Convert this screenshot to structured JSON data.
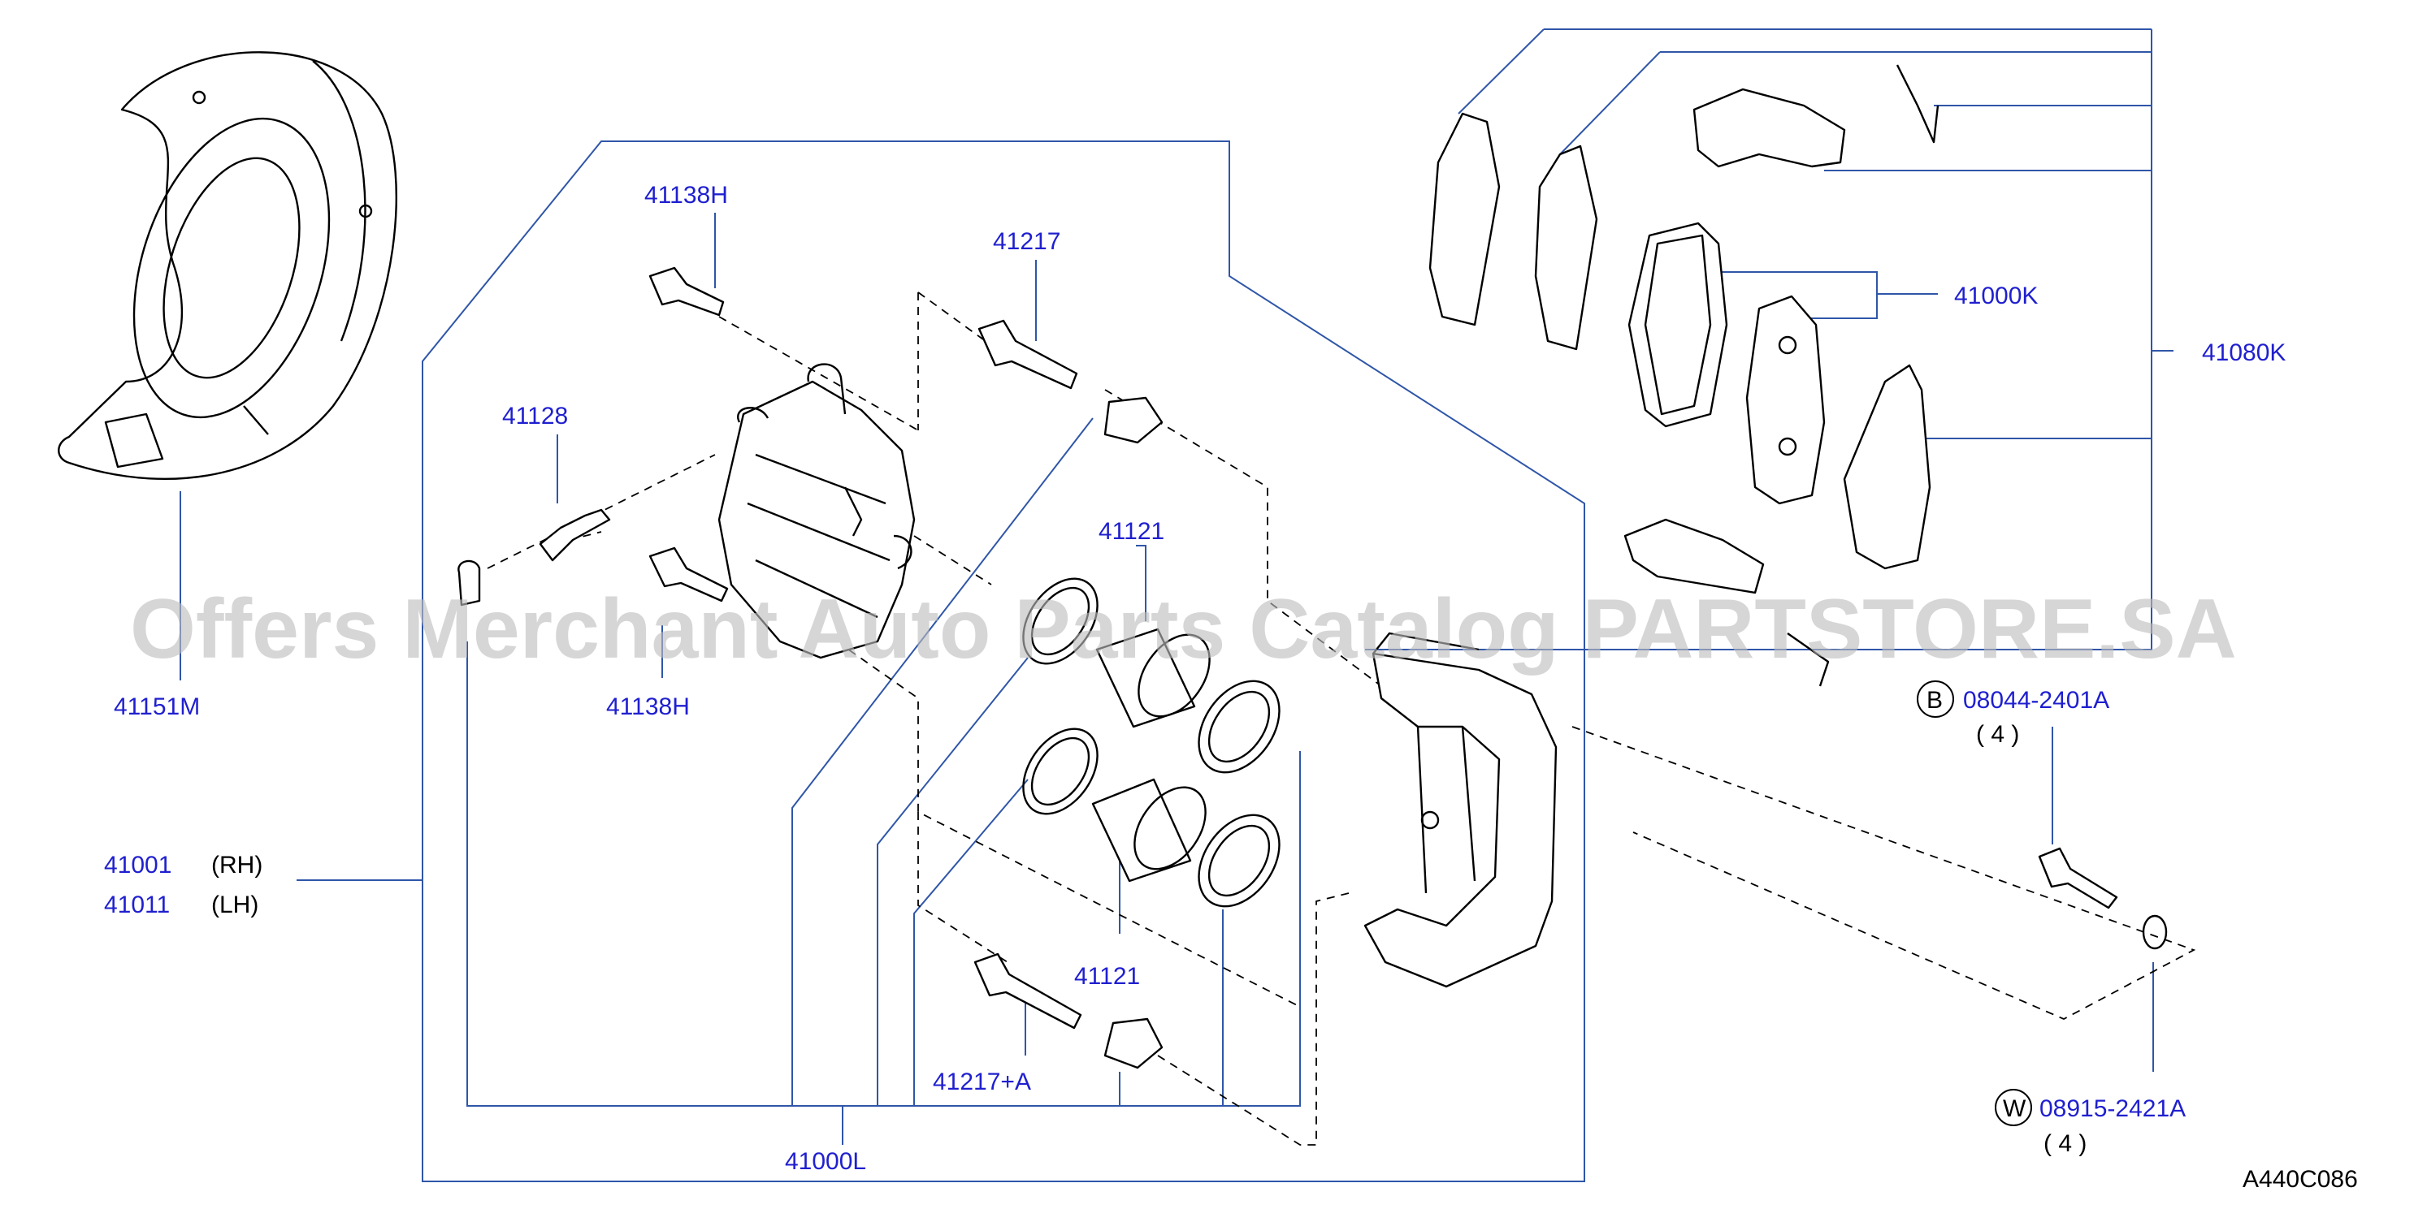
{
  "watermark": "Offers Merchant Auto Parts Catalog PARTSTORE.SA",
  "diagram_code": "A440C086",
  "parts": {
    "p41151M": "41151M",
    "p41138H_top": "41138H",
    "p41138H_mid": "41138H",
    "p41128": "41128",
    "p41217": "41217",
    "p41121_top": "41121",
    "p41121_bottom": "41121",
    "p41217A": "41217+A",
    "p41000L": "41000L",
    "p41001": "41001",
    "p41001_side": "(RH)",
    "p41011": "41011",
    "p41011_side": "(LH)",
    "p41000K": "41000K",
    "p41080K": "41080K",
    "bolt_badge": "B",
    "bolt_code": "08044-2401A",
    "bolt_qty": "( 4 )",
    "washer_badge": "W",
    "washer_code": "08915-2421A",
    "washer_qty": "( 4 )"
  }
}
